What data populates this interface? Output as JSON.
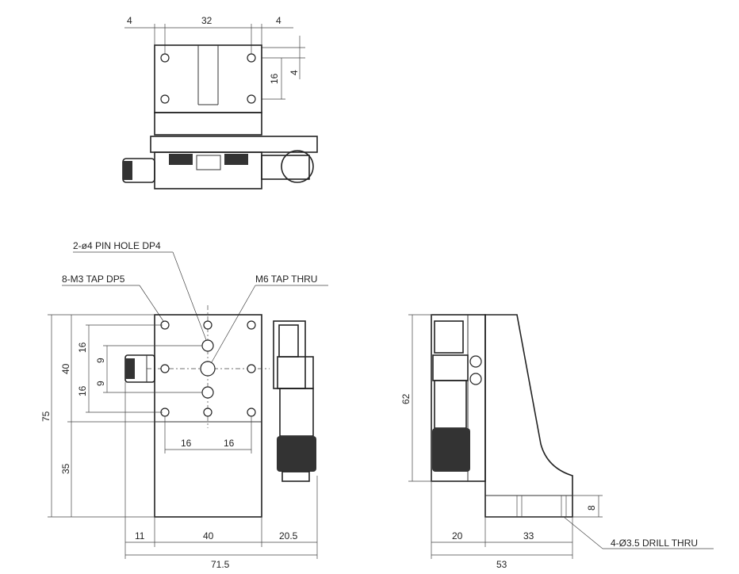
{
  "top_view": {
    "dim_left_margin": "4",
    "dim_hole_pitch": "32",
    "dim_right_margin": "4",
    "dim_vertical_pitch": "16",
    "dim_vertical_offset": "4"
  },
  "front_view": {
    "callout_pin_hole": "2-ø4 PIN HOLE DP4",
    "callout_m3_tap": "8-M3 TAP DP5",
    "callout_m6_tap": "M6 TAP THRU",
    "dim_total_height": "75",
    "dim_table_height": "40",
    "dim_base_height": "35",
    "dim_pitch_16a": "16",
    "dim_pitch_16b": "16",
    "dim_pitch_9a": "9",
    "dim_pitch_9b": "9",
    "dim_horiz_16a": "16",
    "dim_horiz_16b": "16",
    "dim_left_11": "11",
    "dim_width_40": "40",
    "dim_right_205": "20.5",
    "dim_overall_715": "71.5"
  },
  "side_view": {
    "dim_height_62": "62",
    "dim_base_8": "8",
    "dim_20": "20",
    "dim_33": "33",
    "dim_53": "53",
    "callout_drill": "4-Ø3.5 DRILL THRU"
  }
}
